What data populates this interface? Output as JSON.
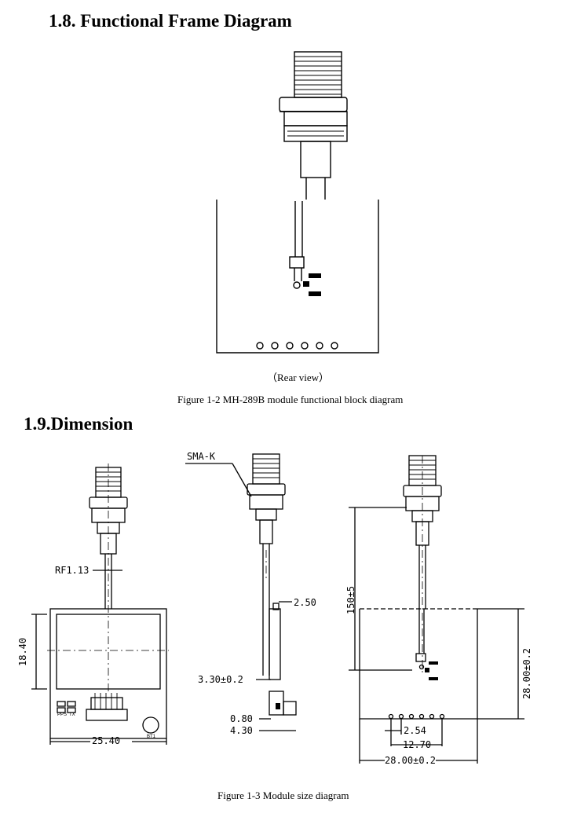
{
  "sections": [
    {
      "heading": "1.8. Functional Frame Diagram"
    },
    {
      "heading": "1.9.Dimension"
    }
  ],
  "figure_1_2": {
    "view_label": "（Rear view）",
    "caption": "Figure 1-2 MH-289B module functional block diagram"
  },
  "figure_1_3": {
    "caption": "Figure 1-3 Module size diagram",
    "connector_label": "SMA-K",
    "cable_label": "RF1.13",
    "board_labels": {
      "pps": "PPS",
      "tx": "TX",
      "battery": "BT1"
    },
    "dimensions": {
      "module_height": "18.40",
      "module_width": "25.40",
      "side_thickness": "2.50",
      "side_height": "3.30±0.2",
      "pin_offset": "0.80",
      "total_depth": "4.30",
      "cable_length": "150±5",
      "frame_height": "28.00±0.2",
      "pin_pitch": "2.54",
      "pin_span": "12.70",
      "frame_width": "28.00±0.2"
    }
  }
}
